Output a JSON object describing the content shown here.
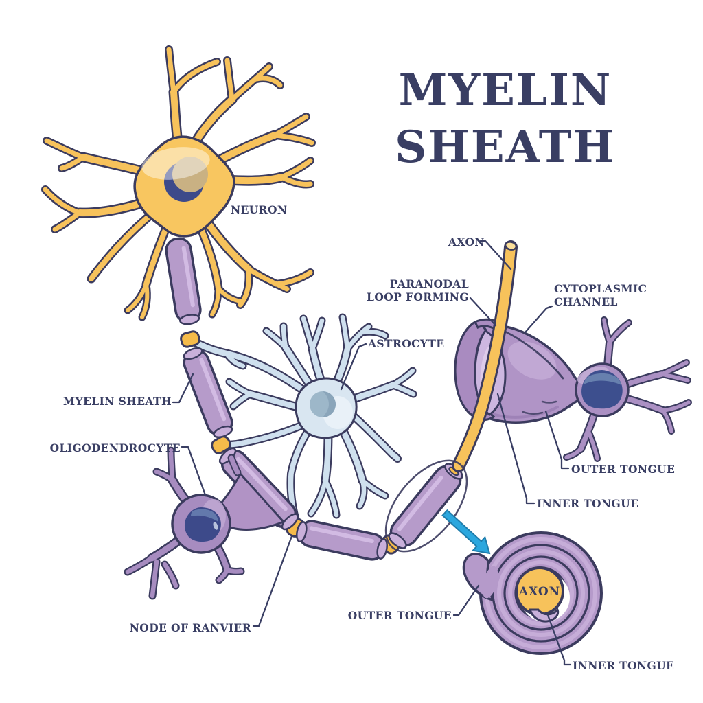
{
  "title": {
    "line1": "MYELIN",
    "line2": "SHEATH"
  },
  "labels": {
    "neuron": "NEURON",
    "axon": "AXON",
    "paranodal_line1": "PARANODAL",
    "paranodal_line2": "LOOP FORMING",
    "cytoplasmic_line1": "CYTOPLASMIC",
    "cytoplasmic_line2": "CHANNEL",
    "astrocyte": "ASTROCYTE",
    "myelin_sheath": "MYELIN SHEATH",
    "oligodendrocyte": "OLIGODENDROCYTE",
    "outer_tongue_right": "OUTER TONGUE",
    "inner_tongue_right": "INNER TONGUE",
    "node_of_ranvier": "NODE OF RANVIER",
    "outer_tongue_bottom": "OUTER TONGUE",
    "axon_cross_section": "AXON",
    "inner_tongue_bottom": "INNER TONGUE"
  },
  "colors": {
    "text_navy": "#393e63",
    "outline_navy": "#3b3b5e",
    "neuron_yellow": "#f8c660",
    "axon_yellow": "#f7c25b",
    "myelin_purple": "#b69bca",
    "myelin_highlight": "#d2bbe3",
    "oligodendrocyte_purple": "#a78cc0",
    "nucleus_navy": "#3d4a8a",
    "astrocyte_blue": "#d9e6f1",
    "astrocyte_nucleus": "#9db7c9",
    "funnel_purple": "#b094c6",
    "arrow_blue": "#2ba7de",
    "background": "#ffffff"
  },
  "icons": {
    "cross_section_arrow": "thick blue arrow pointing to spiral cross-section"
  }
}
